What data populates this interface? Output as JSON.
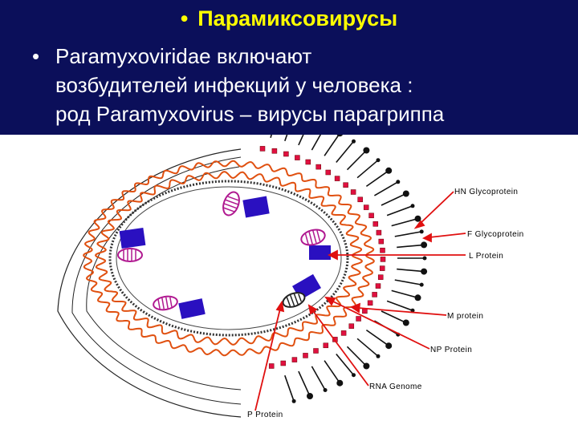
{
  "slide": {
    "title": "Парамиксовирусы",
    "bullet": "•",
    "body_lines": [
      "Paramyxoviridae включают",
      "возбудителей инфекций у человека :",
      "род Paramyxovirus – вирусы парагриппа"
    ]
  },
  "diagram": {
    "labels": {
      "hn": "HN Glycoprotein",
      "f": "F Glycoprotein",
      "l": "L Protein",
      "m": "M protein",
      "np": "NP Protein",
      "rna": "RNA Genome",
      "p": "P Protein"
    },
    "colors": {
      "header_bg": "#0b0f5a",
      "title": "#ffff00",
      "arrow": "#e01010",
      "rna": "#e05010",
      "l_protein": "#2a10c0",
      "p_protein": "#b01890",
      "m_protein": "#e01040"
    }
  }
}
